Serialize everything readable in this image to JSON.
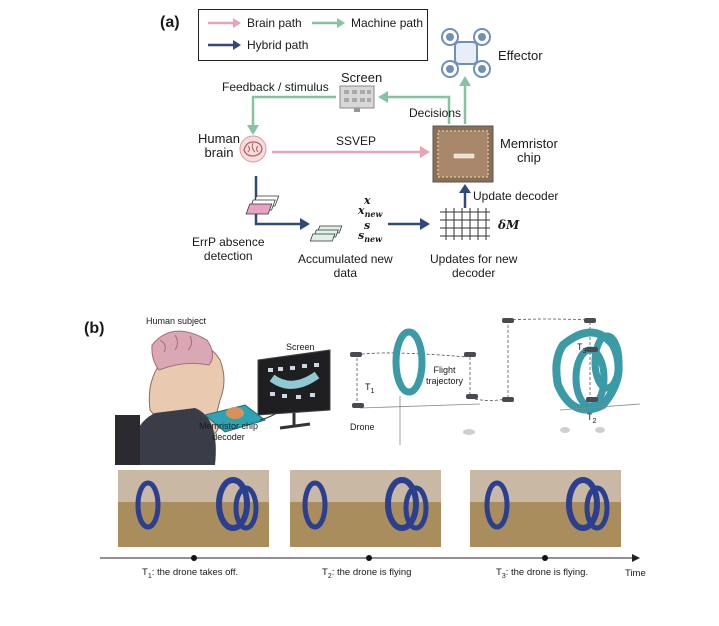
{
  "panel_a": {
    "label": "(a)",
    "legend": {
      "brain_path": "Brain path",
      "machine_path": "Machine path",
      "hybrid_path": "Hybrid path",
      "colors": {
        "brain": "#e7a4b4",
        "machine": "#86c2a3",
        "hybrid": "#2f4a7a"
      }
    },
    "effector": "Effector",
    "screen": "Screen",
    "feedback": "Feedback / stimulus",
    "decisions": "Decisions",
    "human_brain_line1": "Human",
    "human_brain_line2": "brain",
    "ssvep": "SSVEP",
    "memristor_line1": "Memristor",
    "memristor_line2": "chip",
    "update_decoder": "Update decoder",
    "errp_line1": "ErrP absence",
    "errp_line2": "detection",
    "accum_line1": "Accumulated new",
    "accum_line2": "data",
    "updates_line1": "Updates for new",
    "updates_line2": "decoder",
    "math": {
      "x": "x",
      "new": "new",
      "s": "s",
      "delta_m": "δM"
    }
  },
  "panel_b": {
    "label": "(b)",
    "human_subject": "Human subject",
    "screen": "Screen",
    "decoder_line1": "Memristor chip",
    "decoder_line2": "decoder",
    "drone": "Drone",
    "flight_line1": "Flight",
    "flight_line2": "trajectory",
    "t1": "T",
    "t1_sub": "1",
    "t2_sub": "2",
    "t3_sub": "3",
    "timeline": {
      "time_label": "Time",
      "captions": [
        {
          "t": "T",
          "sub": "1",
          "text": ": the drone takes off."
        },
        {
          "t": "T",
          "sub": "2",
          "text": ": the drone is flying"
        },
        {
          "t": "T",
          "sub": "3",
          "text": ": the drone is flying."
        }
      ]
    }
  }
}
